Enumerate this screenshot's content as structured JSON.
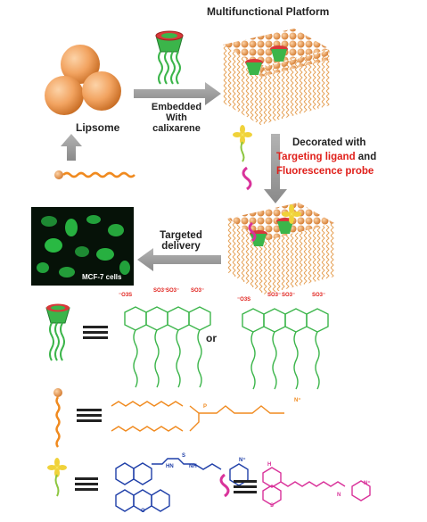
{
  "title": "Multifunctional Platform",
  "labels": {
    "liposome": "Lipsome",
    "embedded_line1": "Embedded",
    "embedded_line2": "With",
    "embedded_line3": "calixarene",
    "decorated_line1": "Decorated with",
    "targeting_ligand": "Targeting ligand",
    "and_word": " and",
    "fluorescence_probe": "Fluorescence probe",
    "targeted_line1": "Targeted",
    "targeted_line2": "delivery",
    "cell_label": "MCF-7 cells",
    "or_word": "or"
  },
  "chem_text": {
    "so3": "SO3⁻",
    "o3s": "⁻O3S",
    "n_plus": "N⁺",
    "hn": "HN",
    "nh": "NH",
    "s": "S",
    "o": "O",
    "h": "H",
    "p": "P",
    "n": "N"
  },
  "colors": {
    "liposome": "#f2a360",
    "calixarene": "#3bb54a",
    "calix_top": "#d8393a",
    "arrow": "#9b9b9b",
    "lipid": "#f08a1f",
    "dye": "#1f3fa8",
    "ligand": "#d9329a",
    "red_text": "#e0201b",
    "cell_green": "#2ecc4a"
  },
  "icons": [
    "liposome-sphere-icon",
    "calixarene-icon",
    "lipid-chain-icon",
    "dye-flower-icon",
    "ligand-squiggle-icon",
    "equivalence-icon",
    "arrow-right-icon",
    "arrow-down-icon",
    "arrow-up-icon",
    "arrow-left-icon"
  ]
}
